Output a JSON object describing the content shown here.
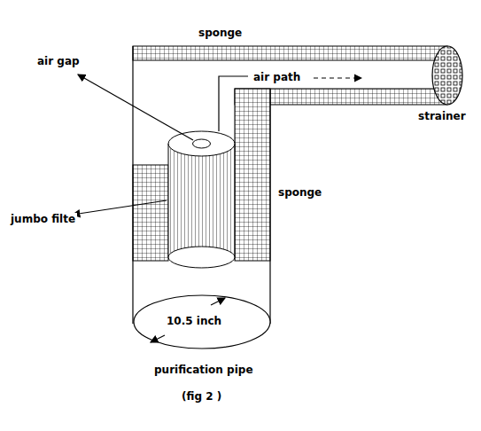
{
  "diagram": {
    "caption": "(fig 2 )",
    "labels": [
      "sponge",
      "air gap",
      "air path",
      "strainer",
      "jumbo filte",
      "sponge",
      "10.5 inch",
      "purification pipe"
    ]
  }
}
